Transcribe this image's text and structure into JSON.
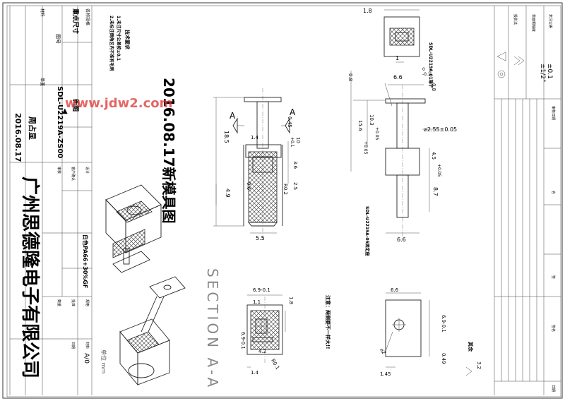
{
  "company": "广州思德隆电子有限公司",
  "watermark": "www.jdw2.com",
  "drawing": {
    "title": "2016.08.17新模具图",
    "part_no": "SDL-U2219A-ZS00",
    "approved_name": "周占显",
    "approved_date": "2016.08.17",
    "material": "白色PA66+30%GF",
    "part_label_right": "SDL-U2219A-01端子",
    "part_label_bottom": "SDL-U2219A-05固定座",
    "units": "单位 mm",
    "scale": "A/0",
    "section_label": "SECTION A-A",
    "new_label": "新图",
    "version_glyph": "▲"
  },
  "notes": {
    "heading": "技术要求",
    "items": [
      "1.未注尺寸公差按±0.1",
      "2.未标注倒角区内不准有毛刺"
    ]
  },
  "left_block": {
    "labels": [
      "名称规格",
      "重点尺寸",
      "图号",
      "材料",
      "单重"
    ],
    "row_labels": [
      "客户确认",
      "设计",
      "审核",
      "批准",
      "规格",
      "材料",
      "数量",
      "日期"
    ]
  },
  "right_block": {
    "tolerances": {
      "a": "±0.1",
      "b": "±1/2°"
    },
    "labels": [
      "未注公差",
      "表面粗糙度",
      "投影法",
      "审核日期",
      "名",
      "签",
      "签名",
      "日期"
    ]
  },
  "annotations": {
    "warning": "注意：两侧要不一样大!!",
    "section_marker": "A",
    "other": "其余",
    "roughness": "3.2"
  },
  "dims": {
    "top_width": "1.8",
    "top_small": "1",
    "d_66": "6.6",
    "d_66b": "6.6",
    "d_66c": "6.6",
    "tol_0": "0",
    "tol_m01": "-0.1",
    "d_08a": "0.8",
    "d_08b": "0.8",
    "d_103": "10.3",
    "d_103tol": "+0.05",
    "d_156": "15.6",
    "d_156tol": "+0.05",
    "d_phi": "⌀2.55±0.05",
    "d_45": "4.5",
    "d_45tol": "+0.05",
    "d_87": "8.7",
    "d_185": "18.5",
    "d_045": "0.45",
    "d_14a": "1.4",
    "d_10": "10",
    "d_10tol": "+0.1",
    "d_36": "3.6",
    "d_25": "2.5",
    "d_r02": "R0.2",
    "d_06": "0.6",
    "d_49": "4.9",
    "d_55": "5.5",
    "d_69a": "6.9-0.1",
    "d_69b": "6.9-0.1",
    "d_11": "1.1",
    "d_18b": "1.8",
    "d_42": "4.2",
    "d_r01": "R0.1",
    "d_14b": "1.4",
    "d_049": "0.49",
    "d_phi2": "⌀2",
    "d_145": "1.45"
  }
}
